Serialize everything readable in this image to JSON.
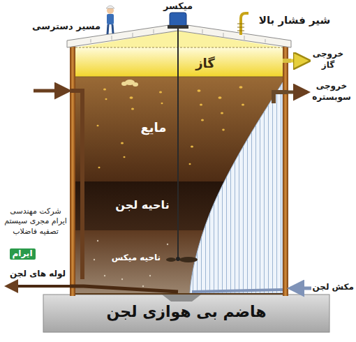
{
  "diagram": {
    "nodes": [
      {
        "text": [
          "گاز"
        ]
      },
      {
        "text": [
          "مایع"
        ]
      },
      {
        "text": [
          "ناحیه لجن"
        ]
      },
      {
        "text": [
          "ناحیه میکس"
        ]
      },
      {
        "text": [
          "هاضم بی هوازی لجن"
        ]
      }
    ],
    "labels": [
      "مسیر دسترسی",
      "میکسر",
      "شیر فشار بالا",
      "خروجی گاز",
      "خروجی سوبستره",
      "شرکت مهندسی ایرام مجری سیستم تصفیه فاضلاب",
      "ایرام",
      "لوله های لجن",
      "مکش لجن"
    ]
  }
}
